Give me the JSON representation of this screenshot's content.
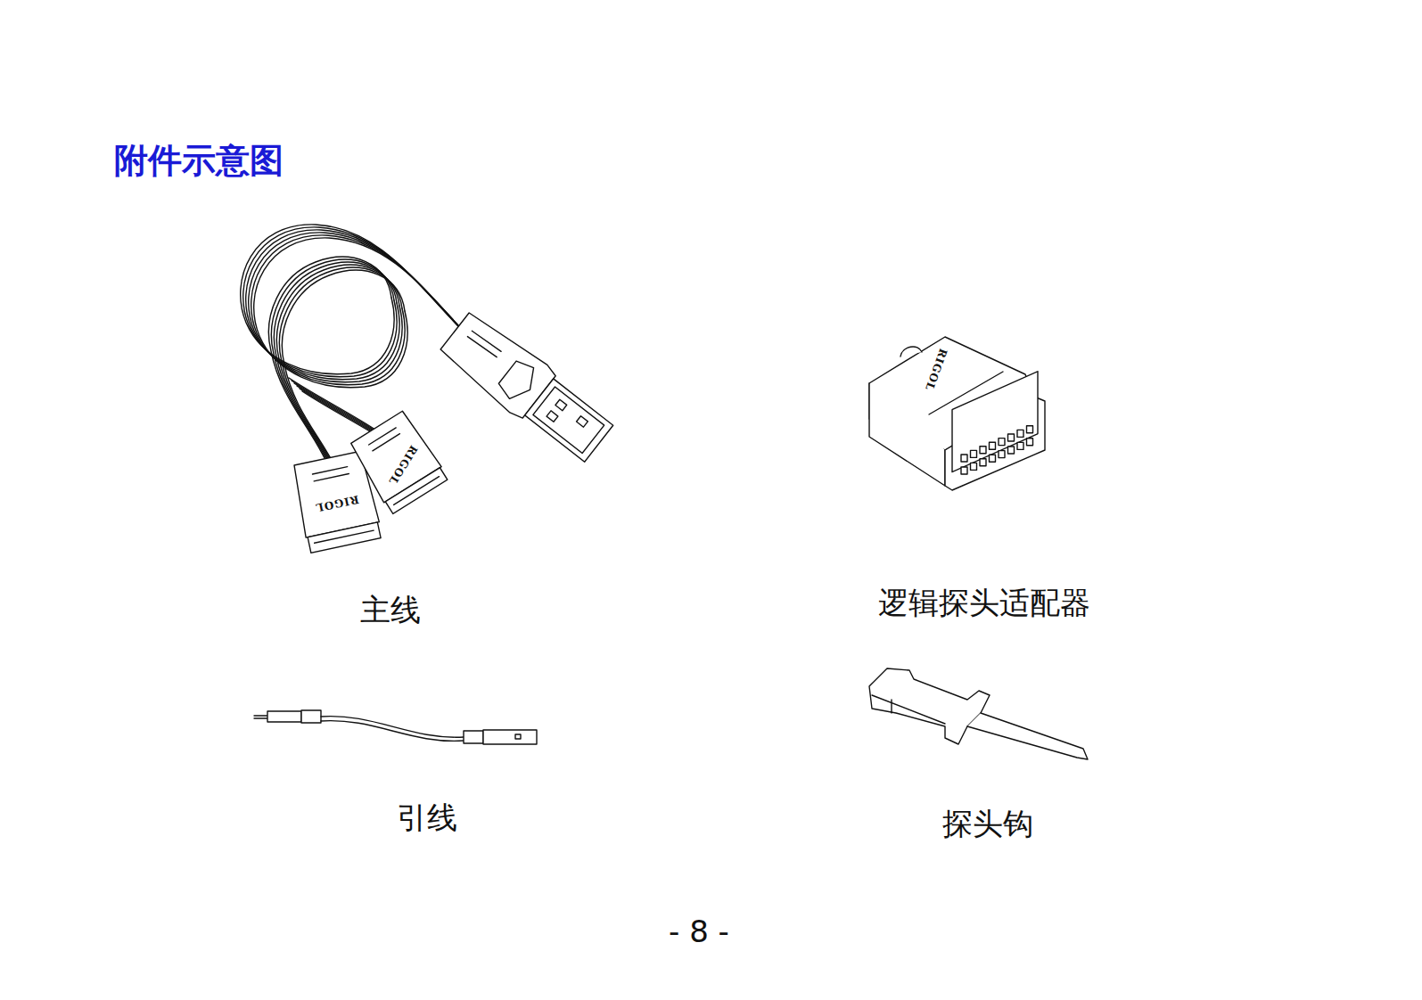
{
  "diagram": {
    "title": "附件示意图",
    "labels": [
      "主线",
      "逻辑探头适配器",
      "引线",
      "探头钩",
      "- 8 -",
      "RIGOL",
      "RIGOL",
      "RIGOL"
    ]
  }
}
